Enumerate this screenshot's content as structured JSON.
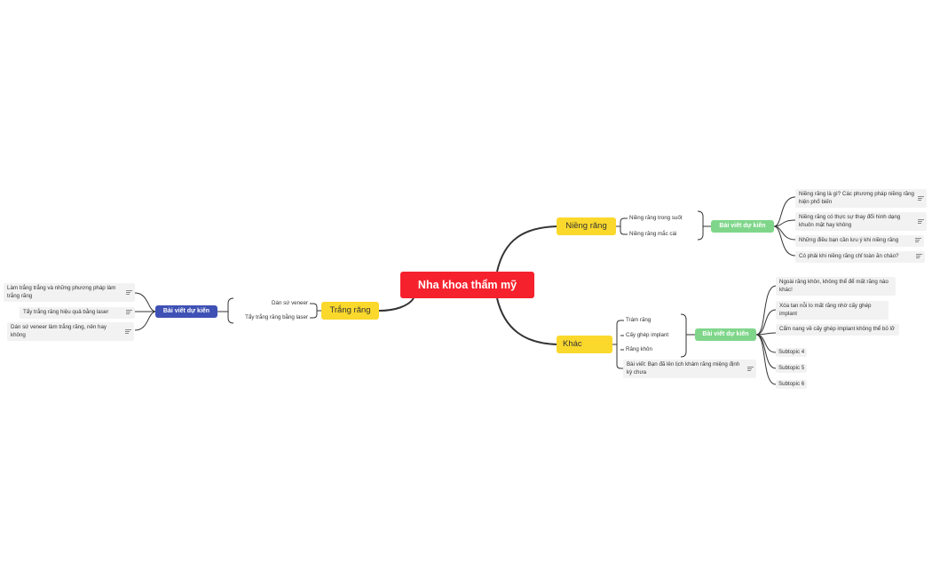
{
  "root": {
    "label": "Nha khoa thẩm mỹ"
  },
  "nieng": {
    "label": "Niềng răng",
    "items": [
      "Niềng răng trong suốt",
      "Niềng răng mắc cài"
    ],
    "tag": "Bài viết dự kiến",
    "articles": [
      "Niềng răng là gì? Các phương pháp niềng răng hiện phổ biến",
      "Niềng răng có thực sự thay đổi hình dạng khuôn mặt hay không",
      "Những điều bạn cần lưu ý khi niềng răng",
      "Có phải khi niềng răng chỉ toàn ăn cháo?"
    ]
  },
  "khac": {
    "label": "Khác",
    "items": [
      "Trám răng",
      "Cấy ghép implant",
      "Răng khôn"
    ],
    "note": "Bài viết: Bạn đã lên lịch khám răng miệng định kỳ chưa",
    "tag": "Bài viết dự kiến",
    "articles": [
      "Ngoài răng khôn, không thể để mất răng nào khác!",
      "Xóa tan nỗi lo mất răng nhờ cấy ghép implant",
      "Cẩm nang về cấy ghép implant không thể bỏ lỡ",
      "Subtopic 4",
      "Subtopic 5",
      "Subtopic 6"
    ]
  },
  "trang": {
    "label": "Trắng răng",
    "items": [
      "Dán sứ veneer",
      "Tẩy trắng răng bằng laser"
    ],
    "tag": "Bài viết dự kiến",
    "articles": [
      "Làm trắng trắng và những phương pháp làm trắng răng",
      "Tẩy trắng răng hiệu quả bằng laser",
      "Dán sứ veneer làm trắng răng, nên hay không"
    ]
  },
  "colors": {
    "root": "#f5222d",
    "main": "#fbd82c",
    "tag_green": "#7fd68a",
    "tag_blue": "#3f51b5",
    "line": "#333333"
  }
}
